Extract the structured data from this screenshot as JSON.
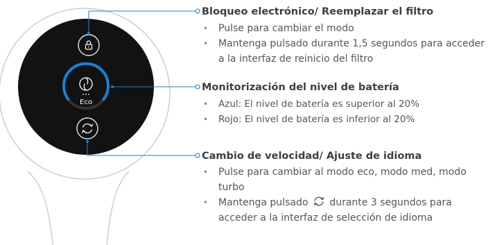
{
  "device": {
    "screen_label": "Eco",
    "ring_color": "#1a7fd4",
    "screen_color": "#121212",
    "body_outline_color": "#cfcfcf",
    "callout_color": "#1a7fd4",
    "icons": [
      "lock-icon",
      "mode-swirl-icon",
      "speed-cycle-icon"
    ]
  },
  "callouts": {
    "filter": {
      "heading": "Bloqueo electrónico/ Reemplazar el filtro",
      "bullets": [
        "Pulse para cambiar el modo",
        "Mantenga pulsado durante 1,5 segundos para acceder a la interfaz de reinicio del filtro"
      ]
    },
    "battery": {
      "heading": "Monitorización del nivel de batería",
      "bullets": [
        "Azul: El nivel de batería es superior al 20%",
        "Rojo: El nivel de batería es inferior al 20%"
      ]
    },
    "speed": {
      "heading": "Cambio de velocidad/ Ajuste de idioma",
      "bullet1": "Pulse para cambiar al modo eco, modo med, modo turbo",
      "bullet2_before_icon": "Mantenga pulsado",
      "bullet2_after_icon": "durante 3 segundos para acceder a la interfaz de selección de idioma"
    }
  }
}
